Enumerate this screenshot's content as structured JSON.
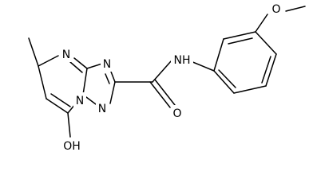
{
  "molecule": {
    "labels": {
      "methoxy_o": "O",
      "n4": "N",
      "n_amide": "NH",
      "n3": "N",
      "n1": "N",
      "n2": "N",
      "carbonyl_o": "O",
      "hydroxyl": "OH"
    }
  }
}
